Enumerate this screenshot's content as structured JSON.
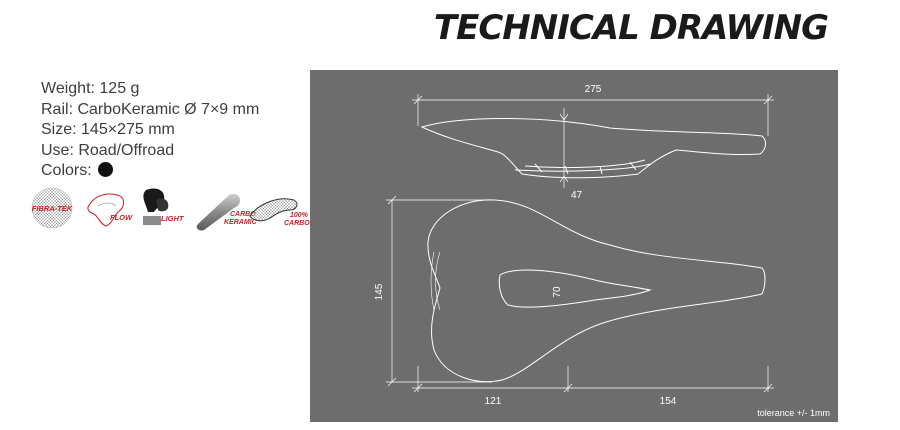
{
  "header": {
    "title": "TECHNICAL DRAWING"
  },
  "specs": {
    "weight": "Weight: 125 g",
    "rail": "Rail: CarboKeramic Ø 7×9 mm",
    "size": "Size: 145×275 mm",
    "use": "Use: Road/Offroad",
    "colors": "Colors:"
  },
  "color_swatches": [
    "#111111"
  ],
  "badges": {
    "fibra_tek": "FIBRA-TEK",
    "flow": "FLOW",
    "light": "LIGHT",
    "carbo_keramic_1": "CARBO",
    "carbo_keramic_2": "KERAMIC",
    "carbon_1": "100%",
    "carbon_2": "CARBON"
  },
  "drawing": {
    "length": "275",
    "height": "47",
    "width": "145",
    "cutout": "70",
    "rear": "121",
    "front": "154",
    "tolerance": "tolerance +/- 1mm"
  },
  "colors": {
    "panel": "#6d6d6d",
    "accent_red": "#c8202a",
    "line": "#ffffff"
  }
}
